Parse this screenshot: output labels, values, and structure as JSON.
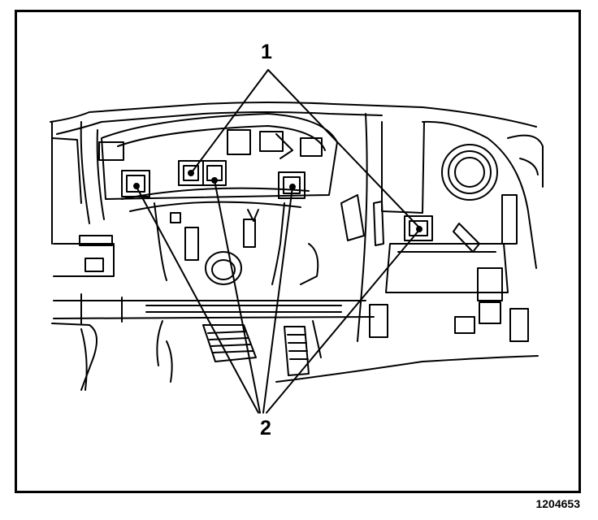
{
  "diagram": {
    "callouts": {
      "one": "1",
      "two": "2"
    },
    "figure_number": "1204653"
  }
}
